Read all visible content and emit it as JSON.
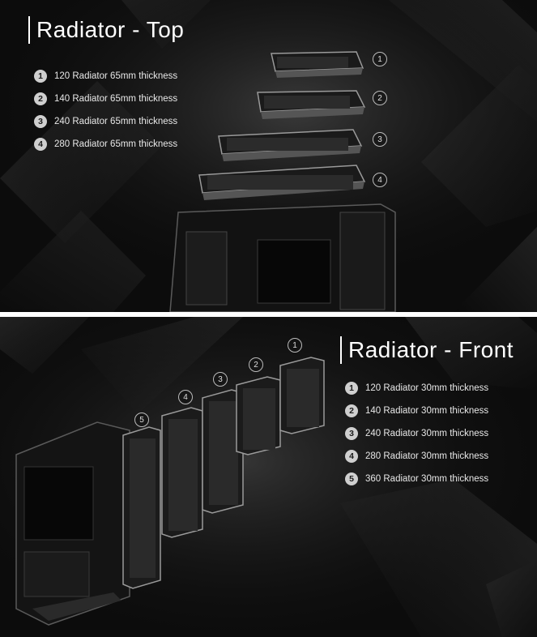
{
  "top": {
    "title": "Radiator - Top",
    "items": [
      {
        "num": "1",
        "label": "120 Radiator 65mm thickness"
      },
      {
        "num": "2",
        "label": "140 Radiator 65mm thickness"
      },
      {
        "num": "3",
        "label": "240 Radiator 65mm thickness"
      },
      {
        "num": "4",
        "label": "280 Radiator 65mm thickness"
      }
    ],
    "callouts": [
      "1",
      "2",
      "3",
      "4"
    ]
  },
  "front": {
    "title": "Radiator - Front",
    "items": [
      {
        "num": "1",
        "label": "120 Radiator 30mm thickness"
      },
      {
        "num": "2",
        "label": "140 Radiator 30mm thickness"
      },
      {
        "num": "3",
        "label": "240 Radiator 30mm thickness"
      },
      {
        "num": "4",
        "label": "280 Radiator 30mm thickness"
      },
      {
        "num": "5",
        "label": "360 Radiator 30mm thickness"
      }
    ],
    "callouts": [
      "1",
      "2",
      "3",
      "4",
      "5"
    ]
  },
  "colors": {
    "background": "#0c0c0c",
    "accent": "#ffffff",
    "badge": "#cfcfcf"
  }
}
